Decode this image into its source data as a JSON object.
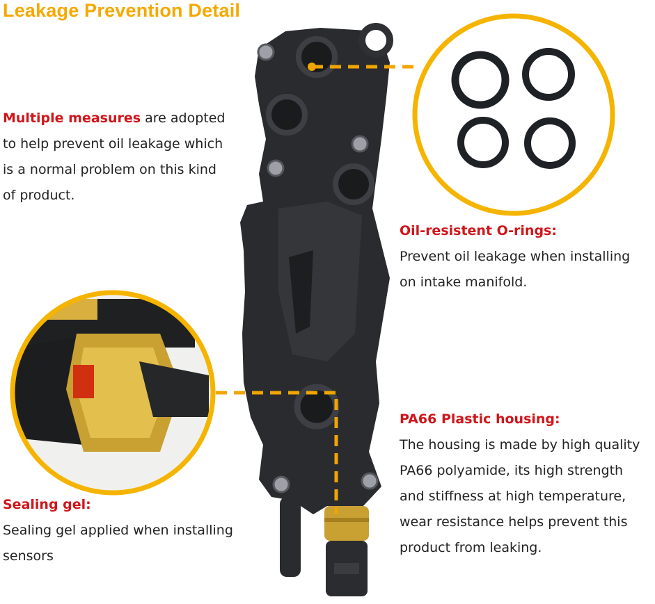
{
  "title": "Leakage Prevention Detail",
  "colors": {
    "title": "#f5a800",
    "highlight": "#d0151a",
    "accent_ring": "#f5b400",
    "dashed_line": "#f0a500",
    "housing": "#2a2b2e",
    "brass": "#c9a032",
    "oring": "#1e2226"
  },
  "blocks": {
    "multiple_measures": {
      "highlight": "Multiple measures",
      "lines": [
        " are adopted",
        "to help prevent oil leakage which",
        "is a normal problem on this kind",
        "of product."
      ]
    },
    "o_rings": {
      "heading": "Oil-resistent O-rings:",
      "lines": [
        "Prevent oil leakage when installing",
        "on intake manifold."
      ]
    },
    "housing": {
      "heading": "PA66 Plastic housing:",
      "lines": [
        "The housing is made by high quality",
        "PA66 polyamide, its high strength",
        "and stiffness at high temperature,",
        "wear resistance helps prevent this",
        "product from leaking."
      ]
    },
    "sealing_gel": {
      "heading": "Sealing gel:",
      "lines": [
        "Sealing gel applied when installing",
        "sensors"
      ]
    }
  },
  "images": {
    "product": "oil-filter-housing-photo",
    "orings_zoom": "four-o-rings-closeup",
    "sensor_zoom": "brass-sensor-sealing-closeup"
  }
}
